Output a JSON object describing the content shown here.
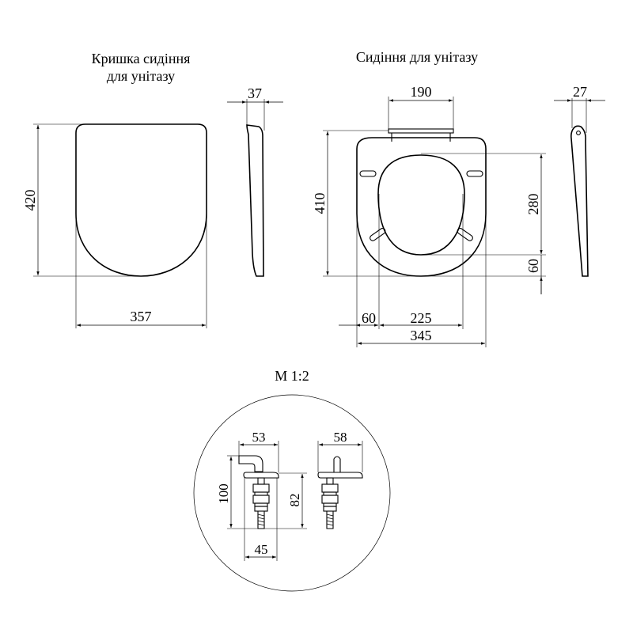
{
  "lid": {
    "title_line1": "Кришка сидіння",
    "title_line2": "для унітазу",
    "height": "420",
    "width": "357",
    "thickness": "37"
  },
  "seat": {
    "title": "Сидіння для унітазу",
    "hinge_spacing": "190",
    "height": "410",
    "opening_height": "280",
    "rear_offset": "60",
    "left_offset": "60",
    "opening_width": "225",
    "width": "345",
    "thickness": "27"
  },
  "hinge_detail": {
    "scale_label": "M 1:2",
    "hinge1_width": "53",
    "hinge1_height": "100",
    "hinge1_bolt_height": "82",
    "hinge1_base": "45",
    "hinge2_width": "58"
  }
}
